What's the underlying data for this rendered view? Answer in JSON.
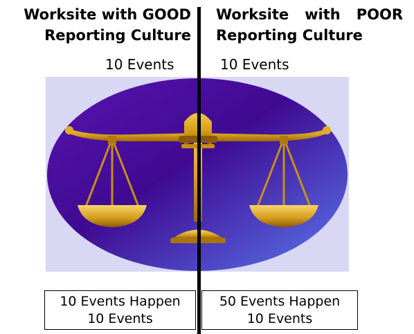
{
  "left": {
    "heading_line1": "Worksite with GOOD",
    "heading_line2": "Reporting Culture",
    "top_label": "10 Events",
    "bottom_line1": "10 Events Happen",
    "bottom_line2": "10 Events"
  },
  "right": {
    "heading_line1": "Worksite with POOR",
    "heading_line2": "Reporting Culture",
    "top_label": "10 Events",
    "bottom_line1": "50 Events Happen",
    "bottom_line2": "10 Events"
  },
  "colors": {
    "panel_background": "#d8d8f4",
    "ellipse_dark": "#4a0a9a",
    "ellipse_light": "#5a6ee8",
    "scale_gold": "#d9a21c",
    "scale_gold_dark": "#8a5a08",
    "divider": "#000000"
  },
  "icon": "balance-scale-icon"
}
